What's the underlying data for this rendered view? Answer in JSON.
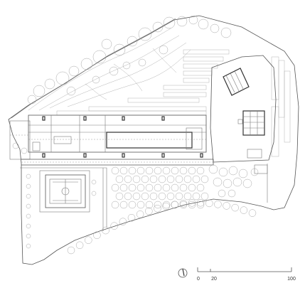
{
  "scale_bar": {
    "labels": [
      "0",
      "20",
      "100"
    ]
  },
  "icons": {
    "north_arrow": "north-arrow-icon"
  },
  "colors": {
    "line": "#7a7a7a",
    "dark_line": "#333333",
    "background": "#ffffff"
  }
}
